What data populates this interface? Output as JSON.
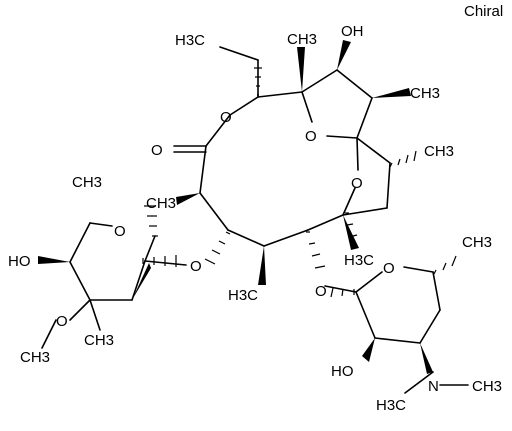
{
  "stereo_flag": "Chiral",
  "atoms": {
    "o_carbonyl": "O",
    "o_lactone": "O",
    "h3c_ethyl": "H3C",
    "ch3_top": "CH3",
    "oh_top": "OH",
    "ch3_right_top": "CH3",
    "o_bridge_upper": "O",
    "o_bridge_lower": "O",
    "ch3_right_mid": "CH3",
    "h3c_ring_right": "H3C",
    "ch3_left_ring": "CH3",
    "o_sugar_left_link": "O",
    "h3c_ring_bottom": "H3C",
    "o_sugar_right_link": "O",
    "ch3_left_sugar_top": "CH3",
    "o_left_sugar_ring": "O",
    "ho_left_sugar": "HO",
    "o_methoxy": "O",
    "methoxy_ch3": "CH3",
    "ch3_left_sugar_bottom": "CH3",
    "o_right_sugar_ring": "O",
    "ch3_right_sugar": "CH3",
    "ho_right_sugar": "HO",
    "n_dimethylamino": "N",
    "h3c_amine": "H3C",
    "ch3_amine": "CH3"
  }
}
